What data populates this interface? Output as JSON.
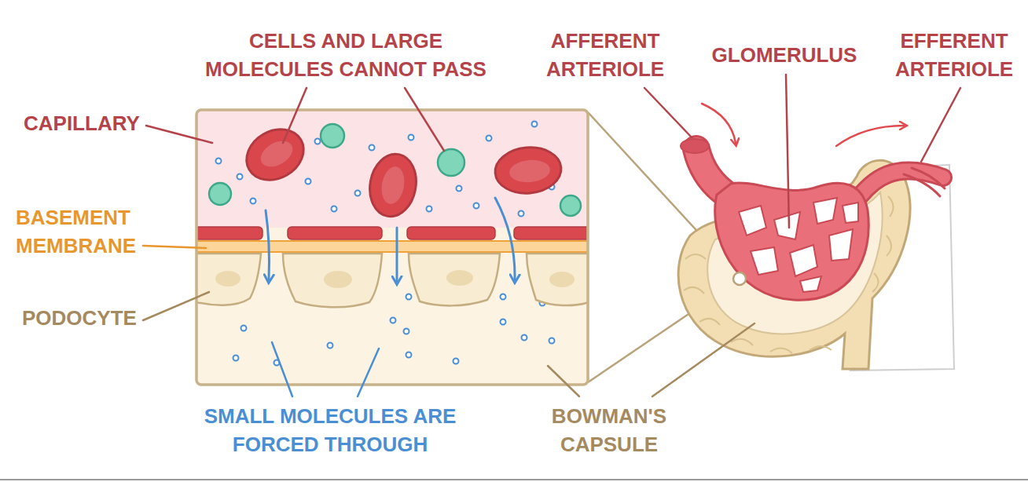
{
  "diagram": {
    "labels": [
      "CELLS AND LARGE MOLECULES CANNOT PASS",
      "AFFERENT ARTERIOLE",
      "GLOMERULUS",
      "EFFERENT ARTERIOLE",
      "CAPILLARY",
      "BASEMENT MEMBRANE",
      "PODOCYTE",
      "SMALL MOLECULES ARE FORCED THROUGH",
      "BOWMAN'S CAPSULE"
    ]
  }
}
